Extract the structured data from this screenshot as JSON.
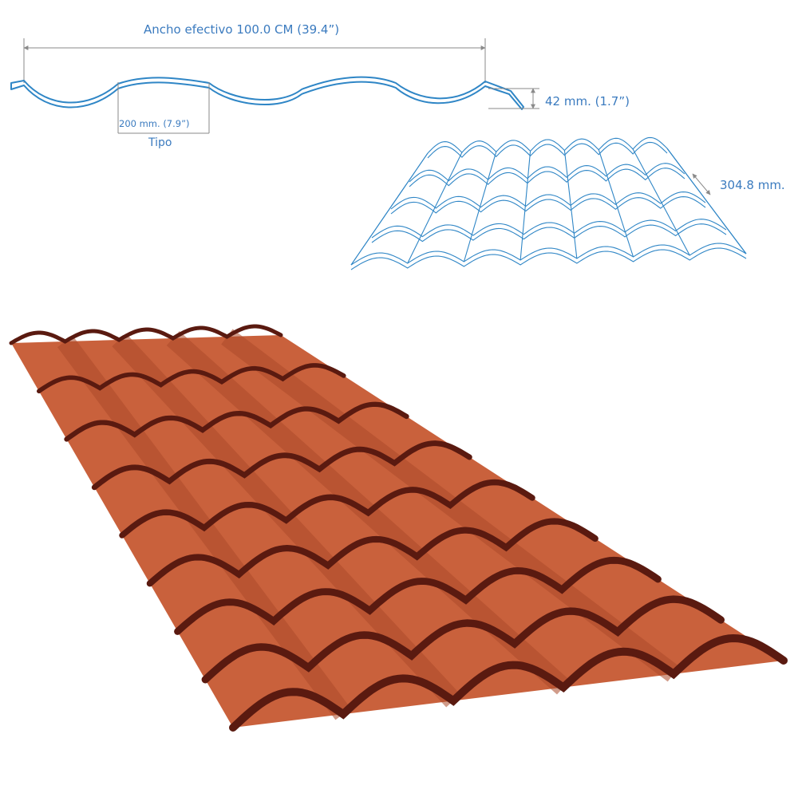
{
  "labels": {
    "effective_width": "Ancho efectivo 100.0 CM (39.4”)",
    "height": "42 mm. (1.7”)",
    "pitch": "200 mm. (7.9”)",
    "type": "Tipo",
    "tile_length": "304.8 mm."
  },
  "colors": {
    "line_art": "#2f86c6",
    "dimension_line": "#8a8a8a",
    "text": "#3b7bbf",
    "sheet_base": "#c9613c",
    "sheet_shadow": "#ab4a2a",
    "tile_edge": "#5a1a10"
  }
}
